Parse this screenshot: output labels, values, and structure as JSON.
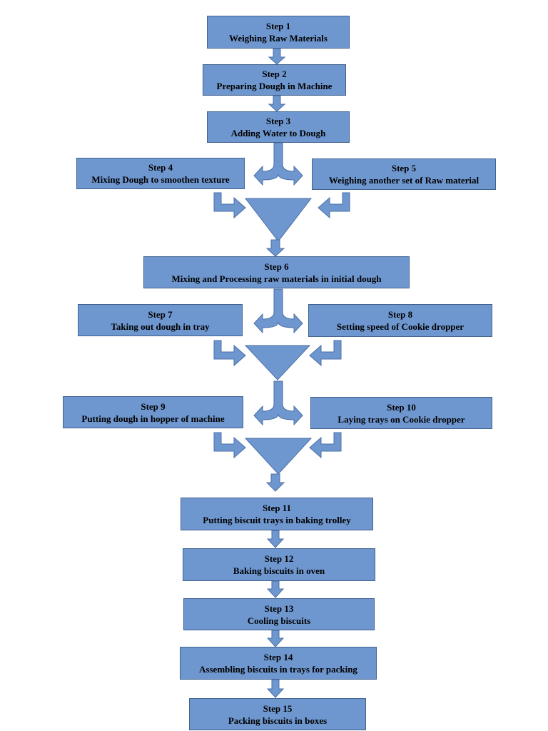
{
  "colors": {
    "box_fill": "#6f97cf",
    "box_border": "#41618f",
    "arrow_fill": "#6f97cf",
    "arrow_stroke": "#4a6fa5"
  },
  "steps": [
    {
      "label": "Step 1",
      "text": "Weighing Raw Materials"
    },
    {
      "label": "Step 2",
      "text": "Preparing Dough in Machine"
    },
    {
      "label": "Step 3",
      "text": "Adding Water to Dough"
    },
    {
      "label": "Step 4",
      "text": "Mixing Dough to smoothen texture"
    },
    {
      "label": "Step 5",
      "text": "Weighing another set of Raw material"
    },
    {
      "label": "Step 6",
      "text": "Mixing and Processing raw materials in initial dough"
    },
    {
      "label": "Step 7",
      "text": "Taking out dough in tray"
    },
    {
      "label": "Step 8",
      "text": "Setting speed of Cookie dropper"
    },
    {
      "label": "Step 9",
      "text": "Putting dough in hopper of machine"
    },
    {
      "label": "Step 10",
      "text": "Laying trays on Cookie dropper"
    },
    {
      "label": "Step 11",
      "text": "Putting biscuit trays in baking trolley"
    },
    {
      "label": "Step 12",
      "text": "Baking biscuits in oven"
    },
    {
      "label": "Step 13",
      "text": "Cooling biscuits"
    },
    {
      "label": "Step 14",
      "text": "Assembling biscuits in trays for packing"
    },
    {
      "label": "Step 15",
      "text": "Packing biscuits in boxes"
    }
  ]
}
